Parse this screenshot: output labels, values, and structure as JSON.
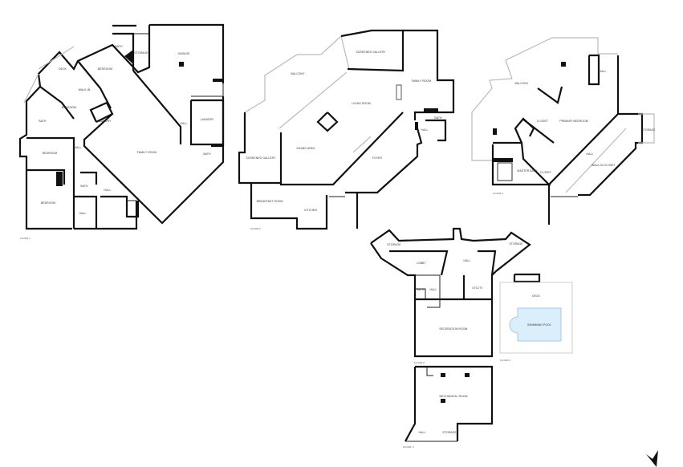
{
  "floors": [
    {
      "name": "FLOOR 1",
      "rooms": [
        "BATH",
        "STORAGE",
        "GARAGE",
        "BEDROOM",
        "DECK",
        "WALK-IN",
        "BEDROOM",
        "BATH",
        "LAUNDRY",
        "FAMILY ROOM",
        "HALL",
        "LAUNDRY",
        "BATH",
        "BEDROOM",
        "HALL",
        "BATH",
        "BEDROOM",
        "HALL",
        "HALL"
      ]
    },
    {
      "name": "FLOOR 2",
      "rooms": [
        "SCREENED GALLERY",
        "BALCONY",
        "LIVING ROOM",
        "SCREENED GALLERY",
        "DINING AREA",
        "FOYER",
        "FAMILY ROOM",
        "BATH",
        "HALL",
        "BREAKFAST ROOM",
        "KITCHEN"
      ]
    },
    {
      "name": "FLOOR 3",
      "rooms": [
        "BALCONY",
        "PRIMARY BEDROOM",
        "HALL",
        "CLOSET",
        "MASTER BATH",
        "CLOSET",
        "HALL",
        "WALK-IN CLOSET",
        "STORAGE"
      ]
    },
    {
      "name": "FLOOR 0",
      "rooms": [
        "STORAGE",
        "STORAGE",
        "LOBBY",
        "HALL",
        "BATH",
        "HALL",
        "UTILITY",
        "RECREATION ROOM"
      ]
    },
    {
      "name": "FLOOR 0",
      "rooms": [
        "DECK",
        "SWIMMING POOL"
      ]
    },
    {
      "name": "FLOOR -1",
      "rooms": [
        "MECHANICAL ROOM",
        "HALL",
        "STORAGE"
      ]
    }
  ],
  "colors": {
    "walls": "#111111",
    "pool": "#dbeefb",
    "pool_edge": "#a9c7de"
  },
  "compass_icon": "north-arrow"
}
